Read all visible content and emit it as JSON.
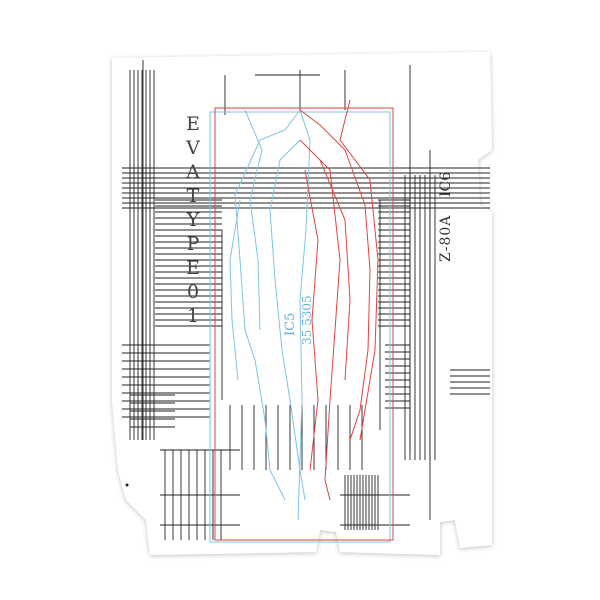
{
  "sticker": {
    "title_letters": [
      "E",
      "V",
      "A",
      "T",
      "Y",
      "P",
      "E",
      "0",
      "1"
    ],
    "chip_label": "Z-80A",
    "chip_id": "IC6",
    "center_chip_id": "IC5",
    "center_chip_number": "35 5305",
    "colors": {
      "blue_figure": "#7cc4e4",
      "red_figure": "#e0443c",
      "schematic": "#222222",
      "outline": "#ffffff"
    }
  }
}
